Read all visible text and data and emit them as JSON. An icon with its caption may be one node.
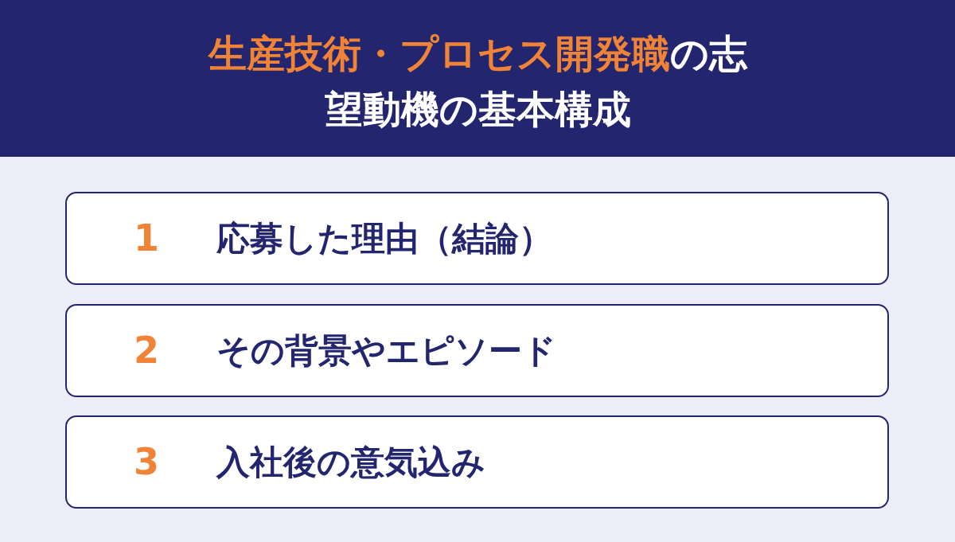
{
  "diagram": {
    "title": "**生産技術・プロセス開発職**の志望動機の基本構成",
    "nodes": [
      {
        "text": [
          "1",
          "応募した理由（結論）"
        ]
      },
      {
        "text": [
          "2",
          "その背景やエピソード"
        ]
      },
      {
        "text": [
          "3",
          "入社後の意気込み"
        ]
      }
    ]
  }
}
